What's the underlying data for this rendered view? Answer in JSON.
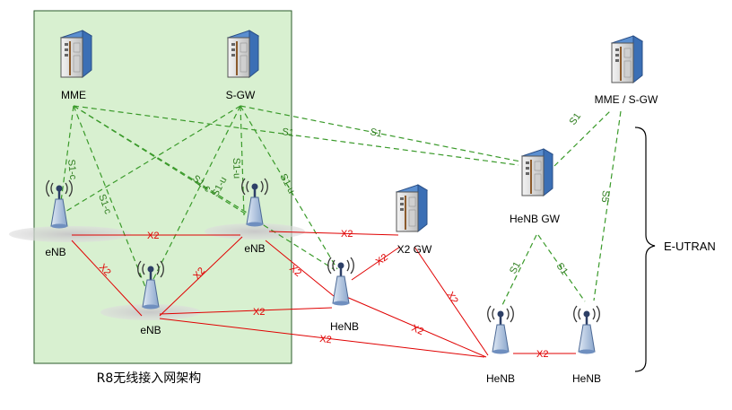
{
  "nodes": {
    "mme": "MME",
    "sgw": "S-GW",
    "mme_sgw": "MME / S-GW",
    "henb_gw": "HeNB GW",
    "x2_gw": "X2 GW",
    "enb_left": "eNB",
    "enb_center": "eNB",
    "enb_right": "eNB",
    "henb_mid": "HeNB",
    "henb_b1": "HeNB",
    "henb_b2": "HeNB"
  },
  "links": {
    "s1": "S1",
    "s1c": "S1-c",
    "s1u": "S1-u",
    "s5": "S5",
    "x2": "X2"
  },
  "region": {
    "caption": "R8无线接入网架构",
    "eutran": "E-UTRAN"
  },
  "colors": {
    "panel_fill": "#d8f0d0",
    "s1_line": "#3a9a2a",
    "x2_line": "#e00000",
    "x2_label": "#e00000",
    "s1_label": "#2e7d1e"
  }
}
